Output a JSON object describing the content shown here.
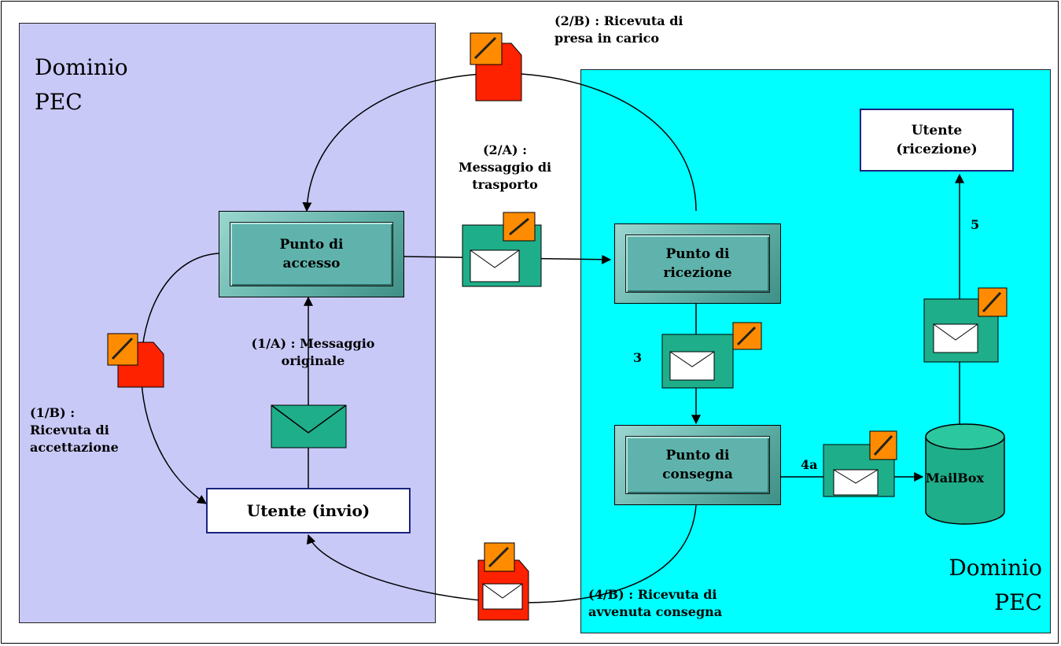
{
  "domains": {
    "left_title": "Dominio\nPEC",
    "right_title": "Dominio\nPEC"
  },
  "nodes": {
    "punto_accesso": "Punto di\naccesso",
    "punto_ricezione": "Punto di\nricezione",
    "punto_consegna": "Punto di\nconsegna",
    "utente_invio": "Utente (invio)",
    "utente_ricezione": "Utente\n(ricezione)",
    "mailbox": "MailBox"
  },
  "labels": {
    "ricevuta_accettazione": "(1/B) :\nRicevuta di\naccettazione",
    "messaggio_originale": "(1/A) : Messaggio\noriginale",
    "messaggio_trasporto": "(2/A) :\nMessaggio di\ntrasporto",
    "ricevuta_presa_carico": "(2/B) : Ricevuta di\npresa in carico",
    "ricevuta_consegna": "(4/B) : Ricevuta di\navvenuta consegna",
    "step_3": "3",
    "step_4a": "4a",
    "step_5": "5"
  },
  "colors": {
    "domain_left": "#c9c9f8",
    "domain_right": "#00ffff",
    "node_fill": "#5fb3ac",
    "envelope": "#1fae8a",
    "receipt": "#ff2200",
    "seal": "#ff8c00"
  },
  "icons": {
    "envelope": "envelope-icon",
    "receipt": "receipt-document-icon",
    "seal": "digital-signature-seal-icon",
    "mailbox": "database-cylinder-icon"
  }
}
